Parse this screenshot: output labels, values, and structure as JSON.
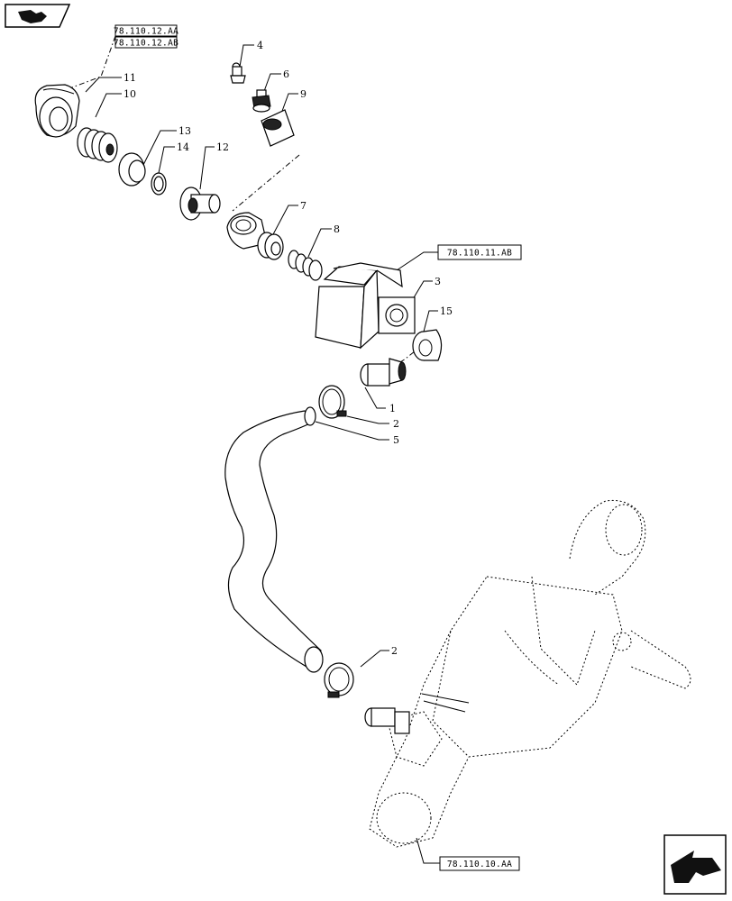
{
  "refs": {
    "r1": "78.110.12.AA",
    "r2": "78.110.12.AB",
    "r3": "78.110.11.AB",
    "r4": "78.110.10.AA"
  },
  "callouts": {
    "c1": "1",
    "c2a": "2",
    "c2b": "2",
    "c3": "3",
    "c4": "4",
    "c5": "5",
    "c6": "6",
    "c7": "7",
    "c8": "8",
    "c9": "9",
    "c10": "10",
    "c11": "11",
    "c12": "12",
    "c13": "13",
    "c14": "14",
    "c15": "15"
  },
  "icons": {
    "top_left": "book-arrow-icon",
    "bottom_right": "next-page-arrow-icon"
  }
}
